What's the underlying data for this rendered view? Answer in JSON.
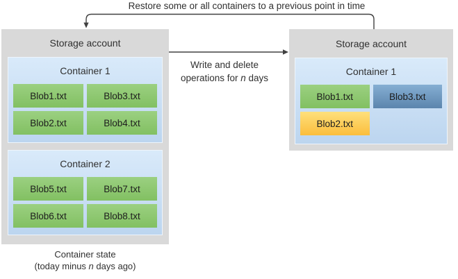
{
  "colors": {
    "panel_bg": "#d9d9d9",
    "container_bg_top": "#d9eafa",
    "container_bg_bottom": "#bcd5ef",
    "blob_green": "#8cc973",
    "blob_blue": "#6f9cc4",
    "blob_yellow": "#fccf55",
    "arrow": "#404040",
    "text": "#303030"
  },
  "top_arrow_label": "Restore some or all containers to a previous point in time",
  "middle_arrow": {
    "line1": "Write and delete",
    "line2_prefix": "operations for ",
    "line2_n": "n",
    "line2_suffix": " days"
  },
  "left_panel": {
    "title": "Storage account",
    "containers": [
      {
        "title": "Container 1",
        "blobs": [
          {
            "label": "Blob1.txt",
            "variant": "green"
          },
          {
            "label": "Blob3.txt",
            "variant": "green"
          },
          {
            "label": "Blob2.txt",
            "variant": "green"
          },
          {
            "label": "Blob4.txt",
            "variant": "green"
          }
        ]
      },
      {
        "title": "Container 2",
        "blobs": [
          {
            "label": "Blob5.txt",
            "variant": "green"
          },
          {
            "label": "Blob7.txt",
            "variant": "green"
          },
          {
            "label": "Blob6.txt",
            "variant": "green"
          },
          {
            "label": "Blob8.txt",
            "variant": "green"
          }
        ]
      }
    ],
    "caption_line1": "Container state",
    "caption_line2_prefix": "(today minus ",
    "caption_n": "n",
    "caption_line2_suffix": " days ago)"
  },
  "right_panel": {
    "title": "Storage account",
    "containers": [
      {
        "title": "Container 1",
        "blobs": [
          {
            "label": "Blob1.txt",
            "variant": "green"
          },
          {
            "label": "Blob3.txt",
            "variant": "blue"
          },
          {
            "label": "Blob2.txt",
            "variant": "yellow"
          }
        ]
      }
    ]
  }
}
